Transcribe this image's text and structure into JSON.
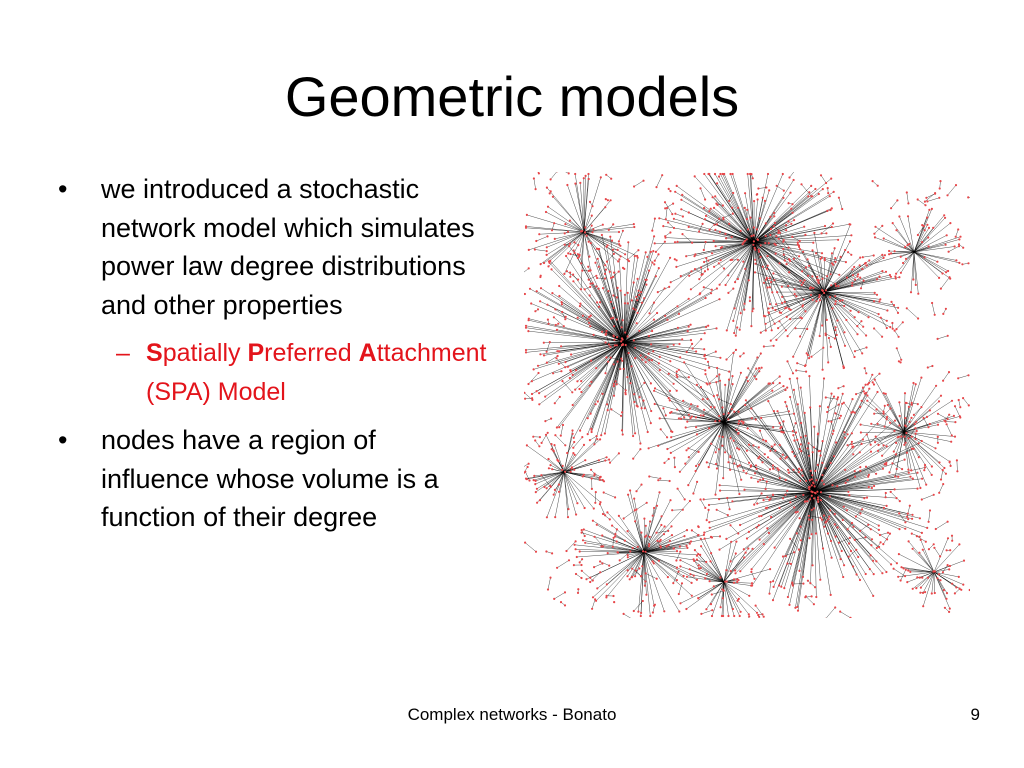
{
  "slide": {
    "title": "Geometric models",
    "bullets": [
      {
        "marker": "•",
        "text": "we introduced a stochastic network model which simulates power law degree distributions and other properties"
      },
      {
        "marker": "•",
        "text": "nodes have a region of influence whose volume is a function of their degree"
      }
    ],
    "sub_bullet": {
      "marker": "–",
      "parts": [
        "S",
        "patially ",
        "P",
        "referred ",
        "A",
        "ttachment  (SPA) Model"
      ]
    },
    "figure": {
      "description_icon": "network-graph-image",
      "edge_color": "#000000",
      "node_color": "#e8474a"
    }
  },
  "footer": {
    "text": "Complex networks - Bonato",
    "page_number": "9"
  },
  "colors": {
    "accent_red": "#e3141b",
    "text": "#000000",
    "background": "#ffffff"
  }
}
